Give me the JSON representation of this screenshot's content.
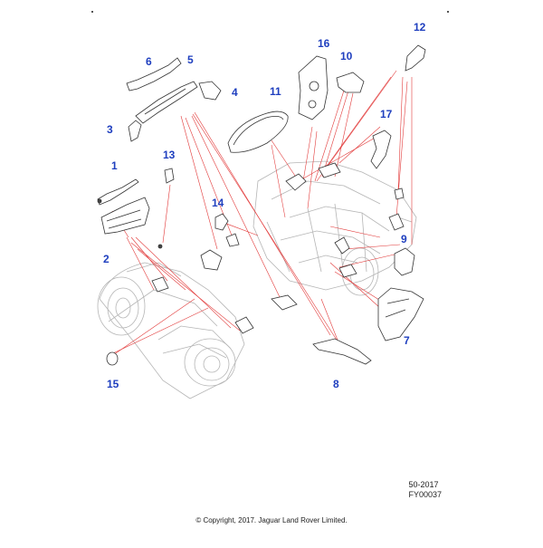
{
  "diagram": {
    "callouts": [
      "1",
      "2",
      "3",
      "4",
      "5",
      "6",
      "7",
      "8",
      "9",
      "10",
      "11",
      "12",
      "13",
      "14",
      "15",
      "16",
      "17"
    ],
    "colors": {
      "callout": "#1f3fbf",
      "leader": "#e23a3a",
      "line": "#333333",
      "ghost": "#b5b5b5"
    }
  },
  "footer": {
    "ref_code": "50-2017",
    "figure_id": "FY00037",
    "copyright": "© Copyright, 2017. Jaguar Land Rover Limited."
  }
}
